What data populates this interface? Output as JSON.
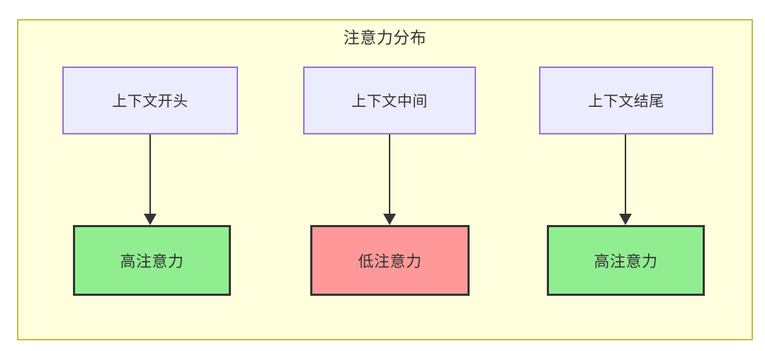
{
  "diagram": {
    "type": "flowchart",
    "title": "注意力分布",
    "container": {
      "fill": "#ffffdd",
      "border": "#bfbf3f"
    },
    "nodes": [
      {
        "id": "ctx-start",
        "label": "上下文开头",
        "row": "context",
        "fill": "#ececff",
        "border": "#9370db"
      },
      {
        "id": "ctx-middle",
        "label": "上下文中间",
        "row": "context",
        "fill": "#ececff",
        "border": "#9370db"
      },
      {
        "id": "ctx-end",
        "label": "上下文结尾",
        "row": "context",
        "fill": "#ececff",
        "border": "#9370db"
      },
      {
        "id": "attn-start",
        "label": "高注意力",
        "row": "attention",
        "fill": "#90ee90",
        "border": "#333333"
      },
      {
        "id": "attn-middle",
        "label": "低注意力",
        "row": "attention",
        "fill": "#ff9999",
        "border": "#333333"
      },
      {
        "id": "attn-end",
        "label": "高注意力",
        "row": "attention",
        "fill": "#90ee90",
        "border": "#333333"
      }
    ],
    "edges": [
      {
        "from": "ctx-start",
        "to": "attn-start",
        "label": ""
      },
      {
        "from": "ctx-middle",
        "to": "attn-middle",
        "label": ""
      },
      {
        "from": "ctx-end",
        "to": "attn-end",
        "label": ""
      }
    ]
  }
}
